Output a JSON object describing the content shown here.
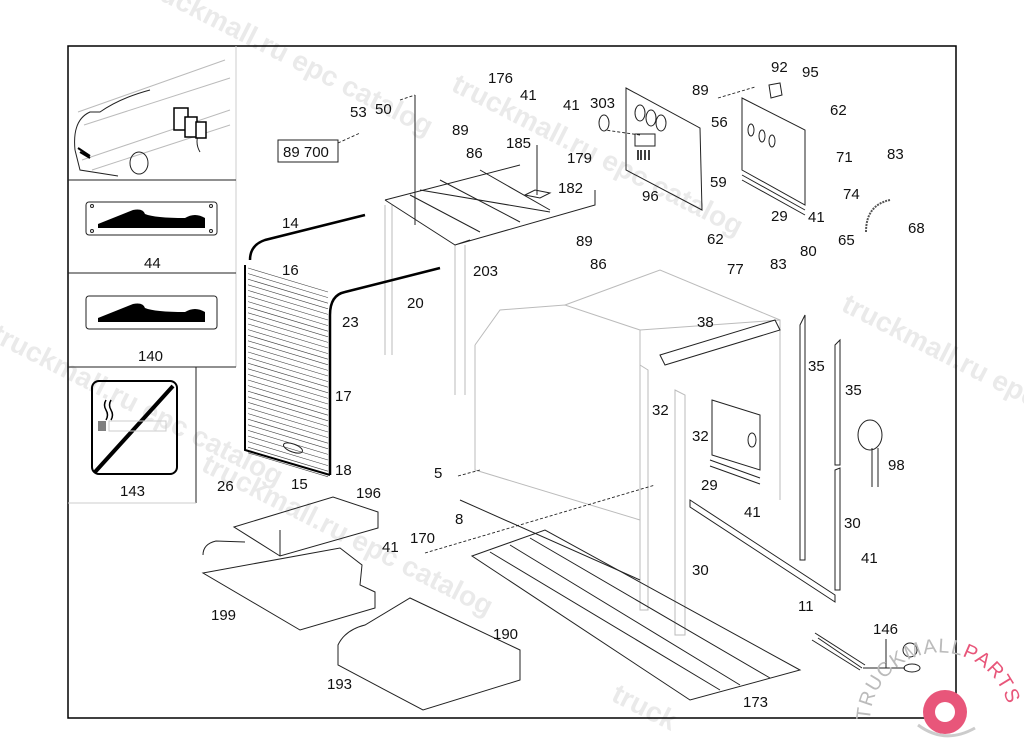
{
  "diagram": {
    "title": "Sleeper cabin / bunk compartment exploded parts diagram",
    "reference_box": "89 700",
    "inset_labels": {
      "sign_sleeper_a": "44",
      "sign_sleeper_b": "140",
      "no_smoking_sign": "143"
    },
    "part_labels": {
      "p176": "176",
      "p41_a": "41",
      "p41_b": "41",
      "p303": "303",
      "p89_a": "89",
      "p92": "92",
      "p95": "95",
      "p62_a": "62",
      "p53": "53",
      "p50": "50",
      "p89_b": "89",
      "p86_a": "86",
      "p185": "185",
      "p179": "179",
      "p182": "182",
      "p96": "96",
      "p56": "56",
      "p59": "59",
      "p62_b": "62",
      "p29_a": "29",
      "p41_c": "41",
      "p71": "71",
      "p83_a": "83",
      "p74": "74",
      "p65": "65",
      "p68": "68",
      "p14": "14",
      "p16": "16",
      "p20": "20",
      "p23": "23",
      "p17": "17",
      "p18": "18",
      "p15": "15",
      "p26": "26",
      "p203": "203",
      "p89_c": "89",
      "p86_b": "86",
      "p77": "77",
      "p83_b": "83",
      "p80": "80",
      "p38": "38",
      "p35_a": "35",
      "p35_b": "35",
      "p32_a": "32",
      "p32_b": "32",
      "p98": "98",
      "p29_b": "29",
      "p41_d": "41",
      "p30_a": "30",
      "p30_b": "30",
      "p41_e": "41",
      "p11": "11",
      "p5": "5",
      "p8": "8",
      "p196": "196",
      "p41_f": "41",
      "p170": "170",
      "p199": "199",
      "p190": "190",
      "p193": "193",
      "p173": "173",
      "p146": "146"
    },
    "watermarks": [
      "truckmall.ru epc catalog",
      "truckmall.ru epc catalog",
      "truckmall.ru epc catalog",
      "truckmall.ru epc catalog"
    ],
    "brand": {
      "text_dark": "TRUCKMALL",
      "text_accent": "PARTS",
      "accent_color": "#e8567a"
    }
  }
}
